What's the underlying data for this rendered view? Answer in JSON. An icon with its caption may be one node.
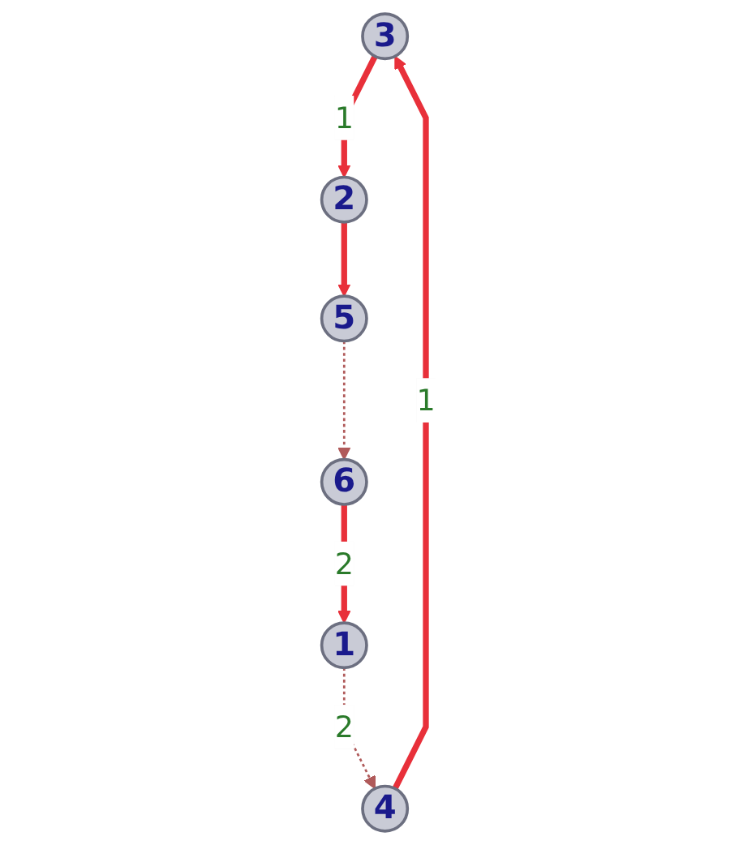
{
  "diagram": {
    "nodes": [
      {
        "text": [
          "3"
        ]
      },
      {
        "text": [
          "4"
        ]
      },
      {
        "text": [
          "2"
        ]
      },
      {
        "text": [
          "5"
        ]
      },
      {
        "text": [
          "1"
        ]
      },
      {
        "text": [
          "6"
        ]
      }
    ],
    "edges": [
      {
        "from": 1,
        "to": 0,
        "arrow": "to",
        "label": "1"
      },
      {
        "from": 0,
        "to": 2,
        "arrow": "to",
        "label": "1"
      },
      {
        "from": 2,
        "to": 3,
        "arrow": "to"
      },
      {
        "from": 4,
        "to": 1,
        "arrow": "to",
        "label": "2",
        "style": "dashed",
        "color": "#b05a5a"
      },
      {
        "from": 3,
        "to": 5,
        "arrow": "to",
        "style": "dashed",
        "color": "#b05a5a"
      },
      {
        "from": 5,
        "to": 4,
        "arrow": "to",
        "label": "2"
      }
    ]
  }
}
